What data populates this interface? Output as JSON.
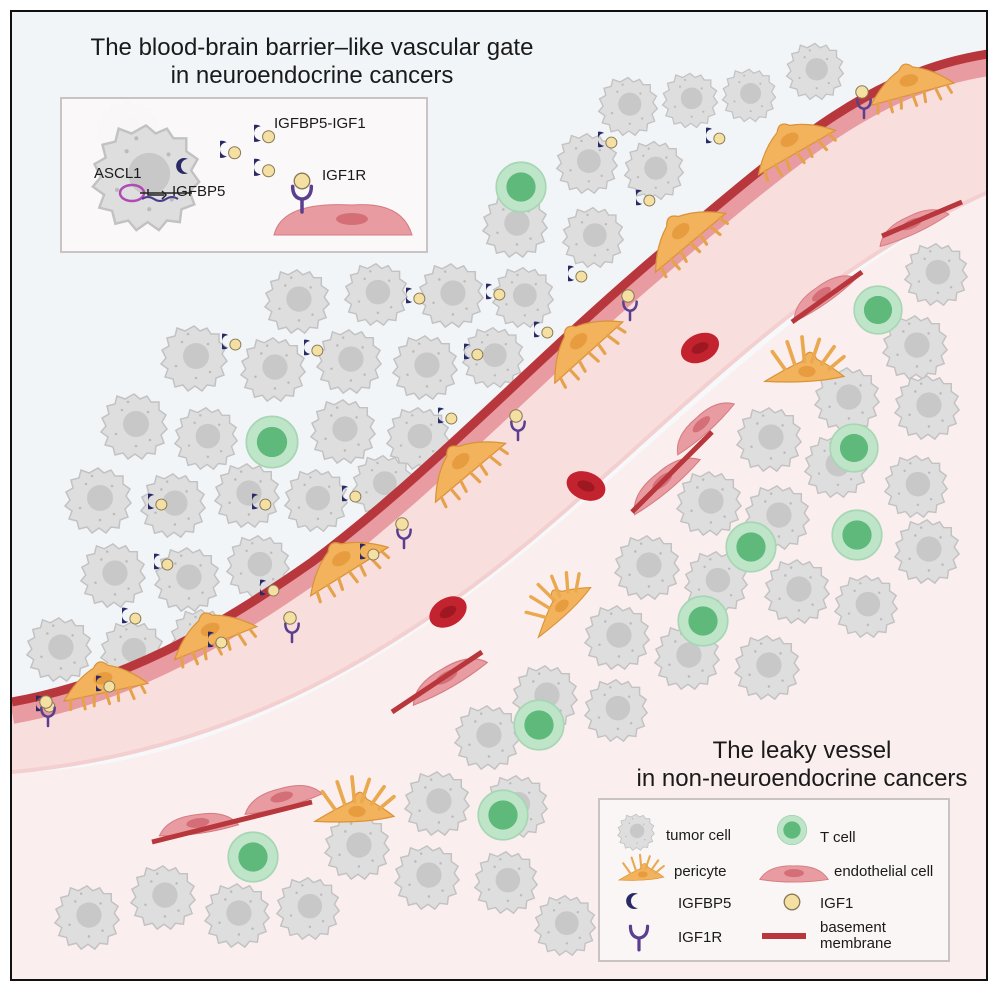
{
  "titles": {
    "top_line1": "The blood-brain barrier–like vascular gate",
    "top_line2": "in neuroendocrine cancers",
    "bottom_line1": "The leaky vessel",
    "bottom_line2": "in non-neuroendocrine cancers"
  },
  "inset": {
    "gene_label": "ASCL1",
    "target_gene_label": "IGFBP5",
    "complex_label": "IGFBP5-IGF1",
    "receptor_label": "IGF1R"
  },
  "legend": {
    "tumor_cell": "tumor cell",
    "t_cell": "T cell",
    "pericyte": "pericyte",
    "endothelial_cell": "endothelial cell",
    "igfbp5": "IGFBP5",
    "igf1": "IGF1",
    "igf1r": "IGF1R",
    "basement_membrane": "basement membrane"
  },
  "colors": {
    "tumor_cell": "#d9d9d9",
    "t_cell": "#7fcb97",
    "pericyte": "#f3b35c",
    "endothelial_cell": "#e8999d",
    "basement_membrane": "#b8373d",
    "igfbp5": "#2c2c6b",
    "igf1": "#f5dfa0",
    "igf1r": "#5a3f8f",
    "red_blood_cell": "#c2232f",
    "vessel_lumen": "#f9dcdc"
  }
}
